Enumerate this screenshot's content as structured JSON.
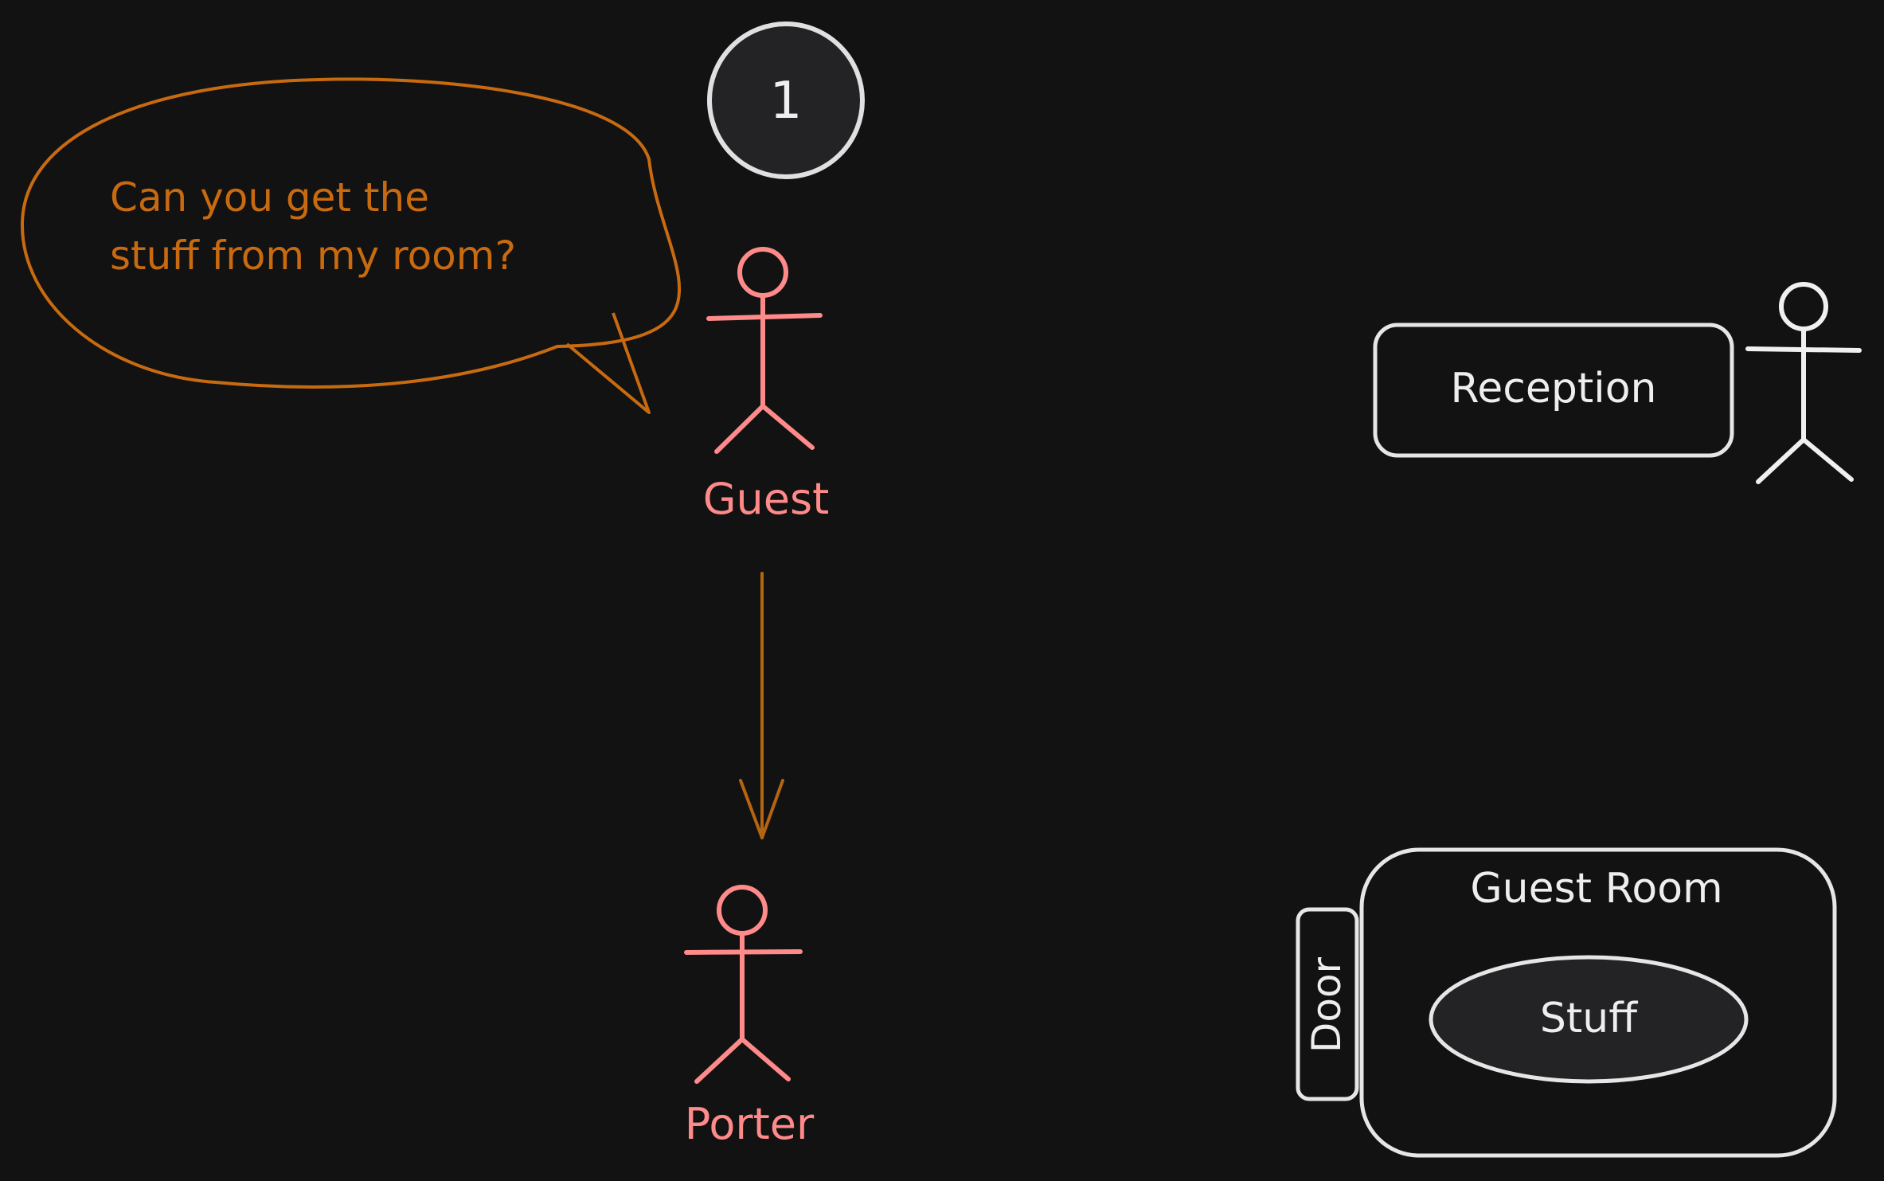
{
  "diagram": {
    "step_badge": {
      "label": "1"
    },
    "speech_bubble": {
      "line1": "Can you get the",
      "line2": "stuff from my room?"
    },
    "guest": {
      "label": "Guest"
    },
    "porter": {
      "label": "Porter"
    },
    "reception": {
      "label": "Reception"
    },
    "guest_room": {
      "label": "Guest Room",
      "door_label": "Door",
      "stuff_label": "Stuff"
    }
  },
  "colors": {
    "background": "#121212",
    "actor": "#ff8a8a",
    "speech": "#c86a10",
    "arrow": "#b5650f",
    "outline": "#e6e6e6",
    "badge_fill": "#232326",
    "stuff_fill": "#232326",
    "text_light": "#eeeeee"
  }
}
